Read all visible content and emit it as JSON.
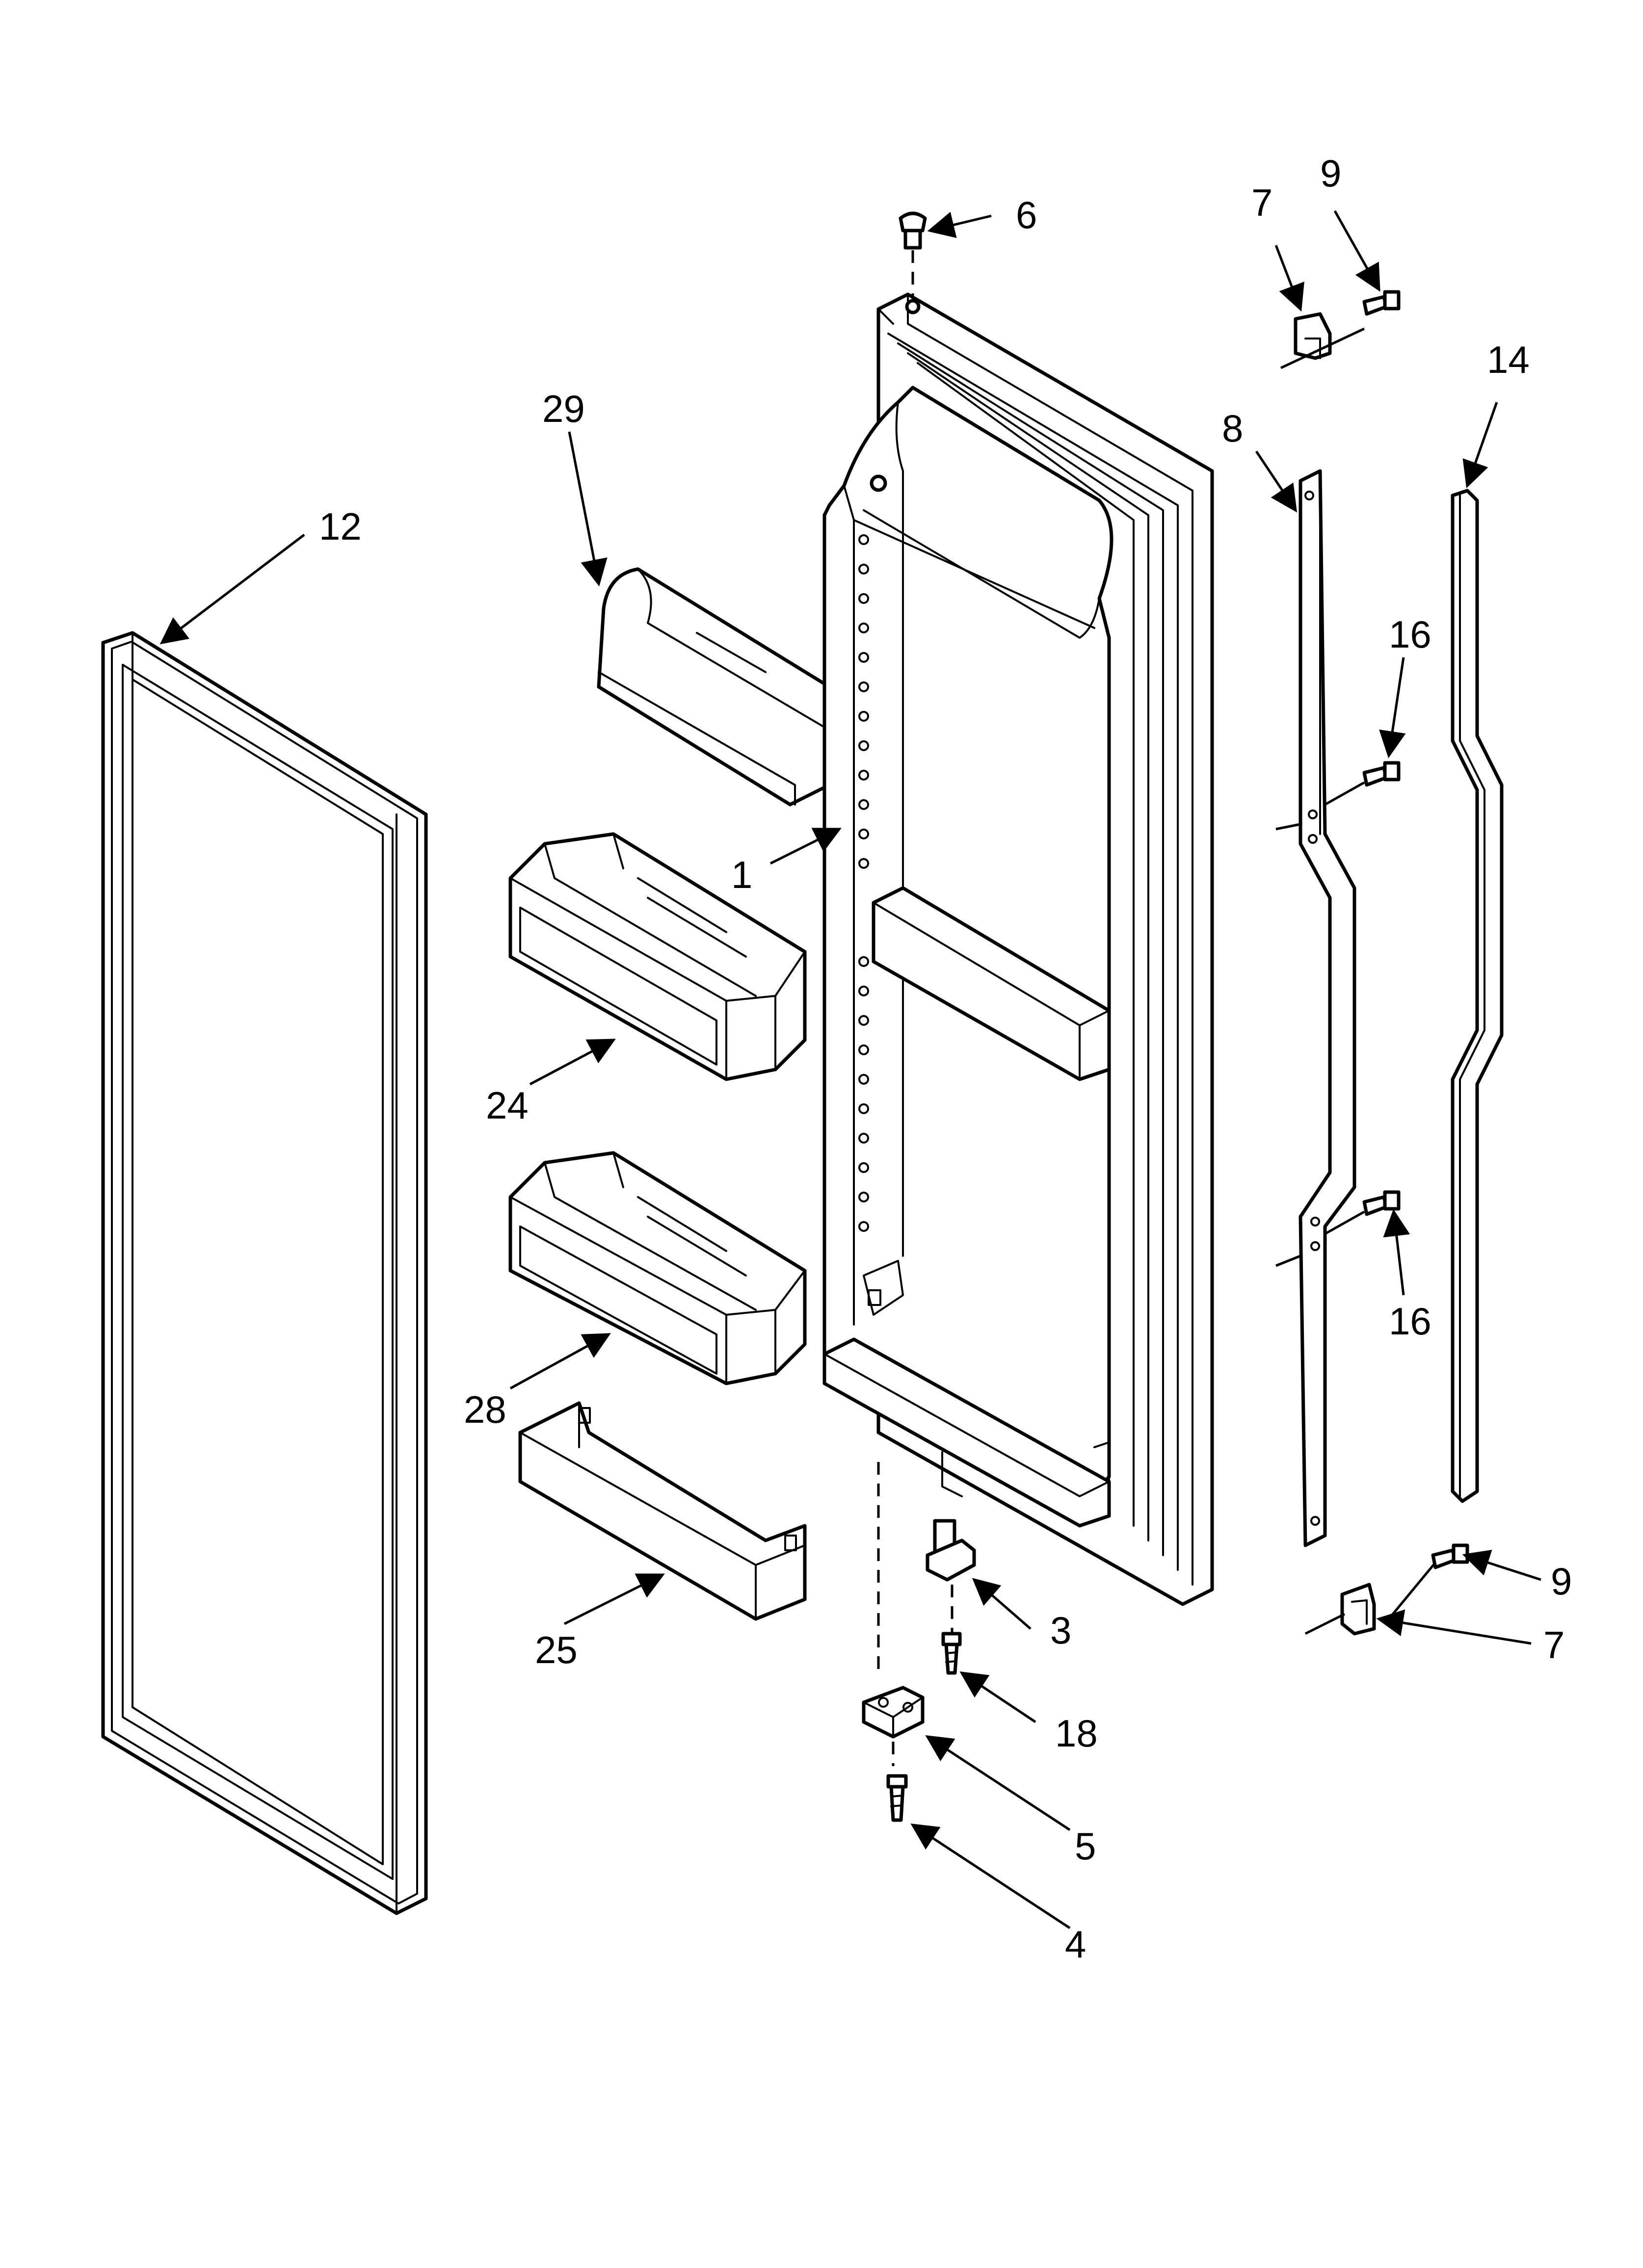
{
  "diagram": {
    "callouts": [
      {
        "id": "1",
        "label": "1"
      },
      {
        "id": "3",
        "label": "3"
      },
      {
        "id": "4",
        "label": "4"
      },
      {
        "id": "5",
        "label": "5"
      },
      {
        "id": "6",
        "label": "6"
      },
      {
        "id": "7a",
        "label": "7"
      },
      {
        "id": "7b",
        "label": "7"
      },
      {
        "id": "8",
        "label": "8"
      },
      {
        "id": "9a",
        "label": "9"
      },
      {
        "id": "9b",
        "label": "9"
      },
      {
        "id": "12",
        "label": "12"
      },
      {
        "id": "14",
        "label": "14"
      },
      {
        "id": "16a",
        "label": "16"
      },
      {
        "id": "16b",
        "label": "16"
      },
      {
        "id": "18",
        "label": "18"
      },
      {
        "id": "24",
        "label": "24"
      },
      {
        "id": "25",
        "label": "25"
      },
      {
        "id": "28",
        "label": "28"
      },
      {
        "id": "29",
        "label": "29"
      }
    ]
  }
}
